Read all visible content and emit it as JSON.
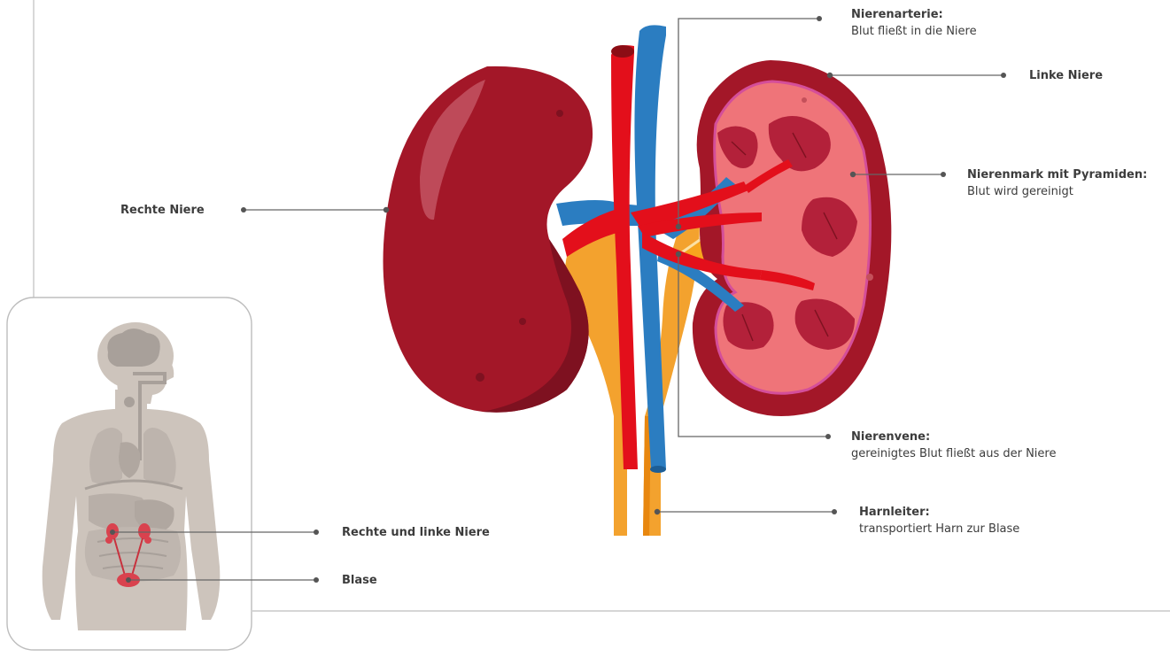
{
  "labels": {
    "rechte_niere": {
      "title": "Rechte Niere"
    },
    "nierenarterie": {
      "title": "Nierenarterie:",
      "desc": "Blut fließt in die Niere"
    },
    "linke_niere": {
      "title": "Linke Niere"
    },
    "nierenmark": {
      "title": "Nierenmark mit Pyramiden:",
      "desc": "Blut wird gereinigt"
    },
    "nierenvene": {
      "title": "Nierenvene:",
      "desc": "gereinigtes Blut fließt aus der Niere"
    },
    "harnleiter": {
      "title": "Harnleiter:",
      "desc": "transportiert Harn zur Blase"
    },
    "rechte_und_linke_niere": {
      "title": "Rechte und linke Niere"
    },
    "blase": {
      "title": "Blase"
    }
  },
  "colors": {
    "kidney_dark": "#a31728",
    "kidney_shade": "#7e1120",
    "cortex_pink": "#ef7479",
    "pyramid": "#b3213a",
    "artery": "#e30f1b",
    "vein": "#2b7dc1",
    "ureter": "#f3a22e",
    "leader_line": "#666666",
    "silhouette": "#cdc4bc",
    "frame": "#bdbdbd"
  }
}
